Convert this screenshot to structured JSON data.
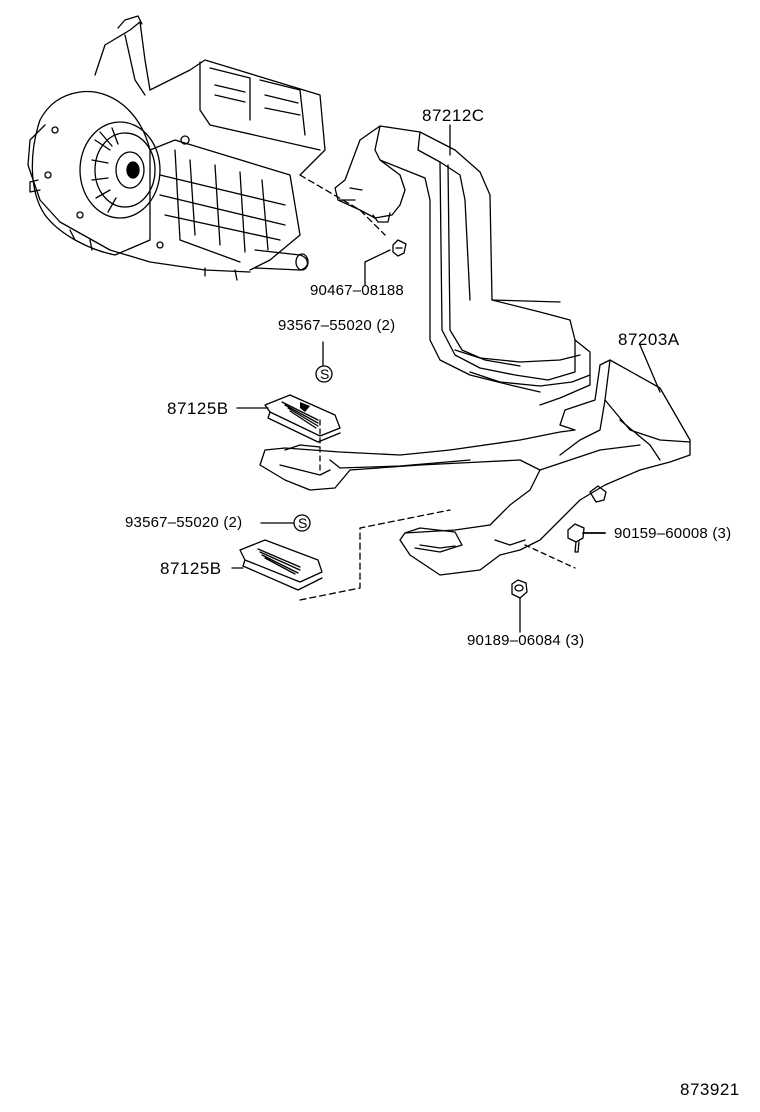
{
  "parts": {
    "duct_upper": "87212C",
    "duct_lower": "87203A",
    "register_upper": "87125B",
    "register_lower": "87125B",
    "screw_upper": "93567–55020 (2)",
    "screw_lower": "93567–55020 (2)",
    "clip": "90467–08188",
    "bolt": "90159–60008 (3)",
    "nut": "90189–06084 (3)"
  },
  "symbols": {
    "standard_part_mark": "S"
  },
  "illustration_number": "873921",
  "colors": {
    "ink": "#000000",
    "paper": "#ffffff"
  }
}
